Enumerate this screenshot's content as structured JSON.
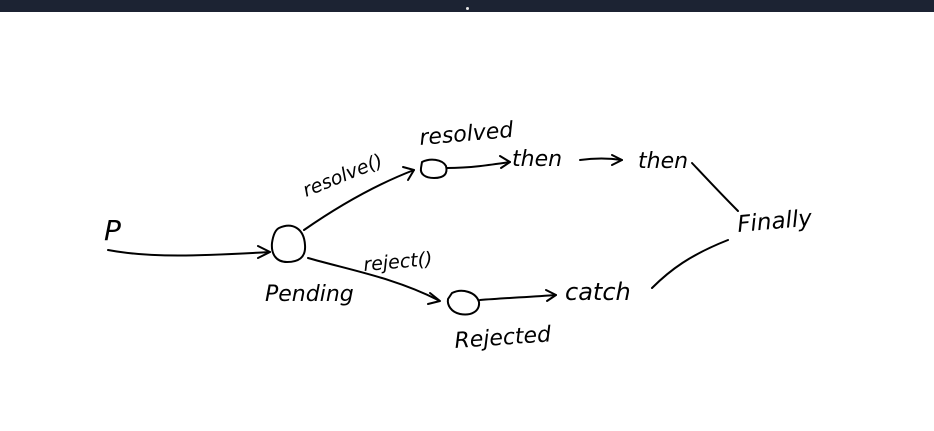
{
  "diagram": {
    "nodes": {
      "start": "P",
      "pending": "Pending",
      "resolved": "resolved",
      "rejected": "Rejected",
      "then1": "then",
      "then2": "then",
      "catch": "catch",
      "finally": "Finally"
    },
    "edges": {
      "resolve": "resolve()",
      "reject": "reject()"
    }
  }
}
